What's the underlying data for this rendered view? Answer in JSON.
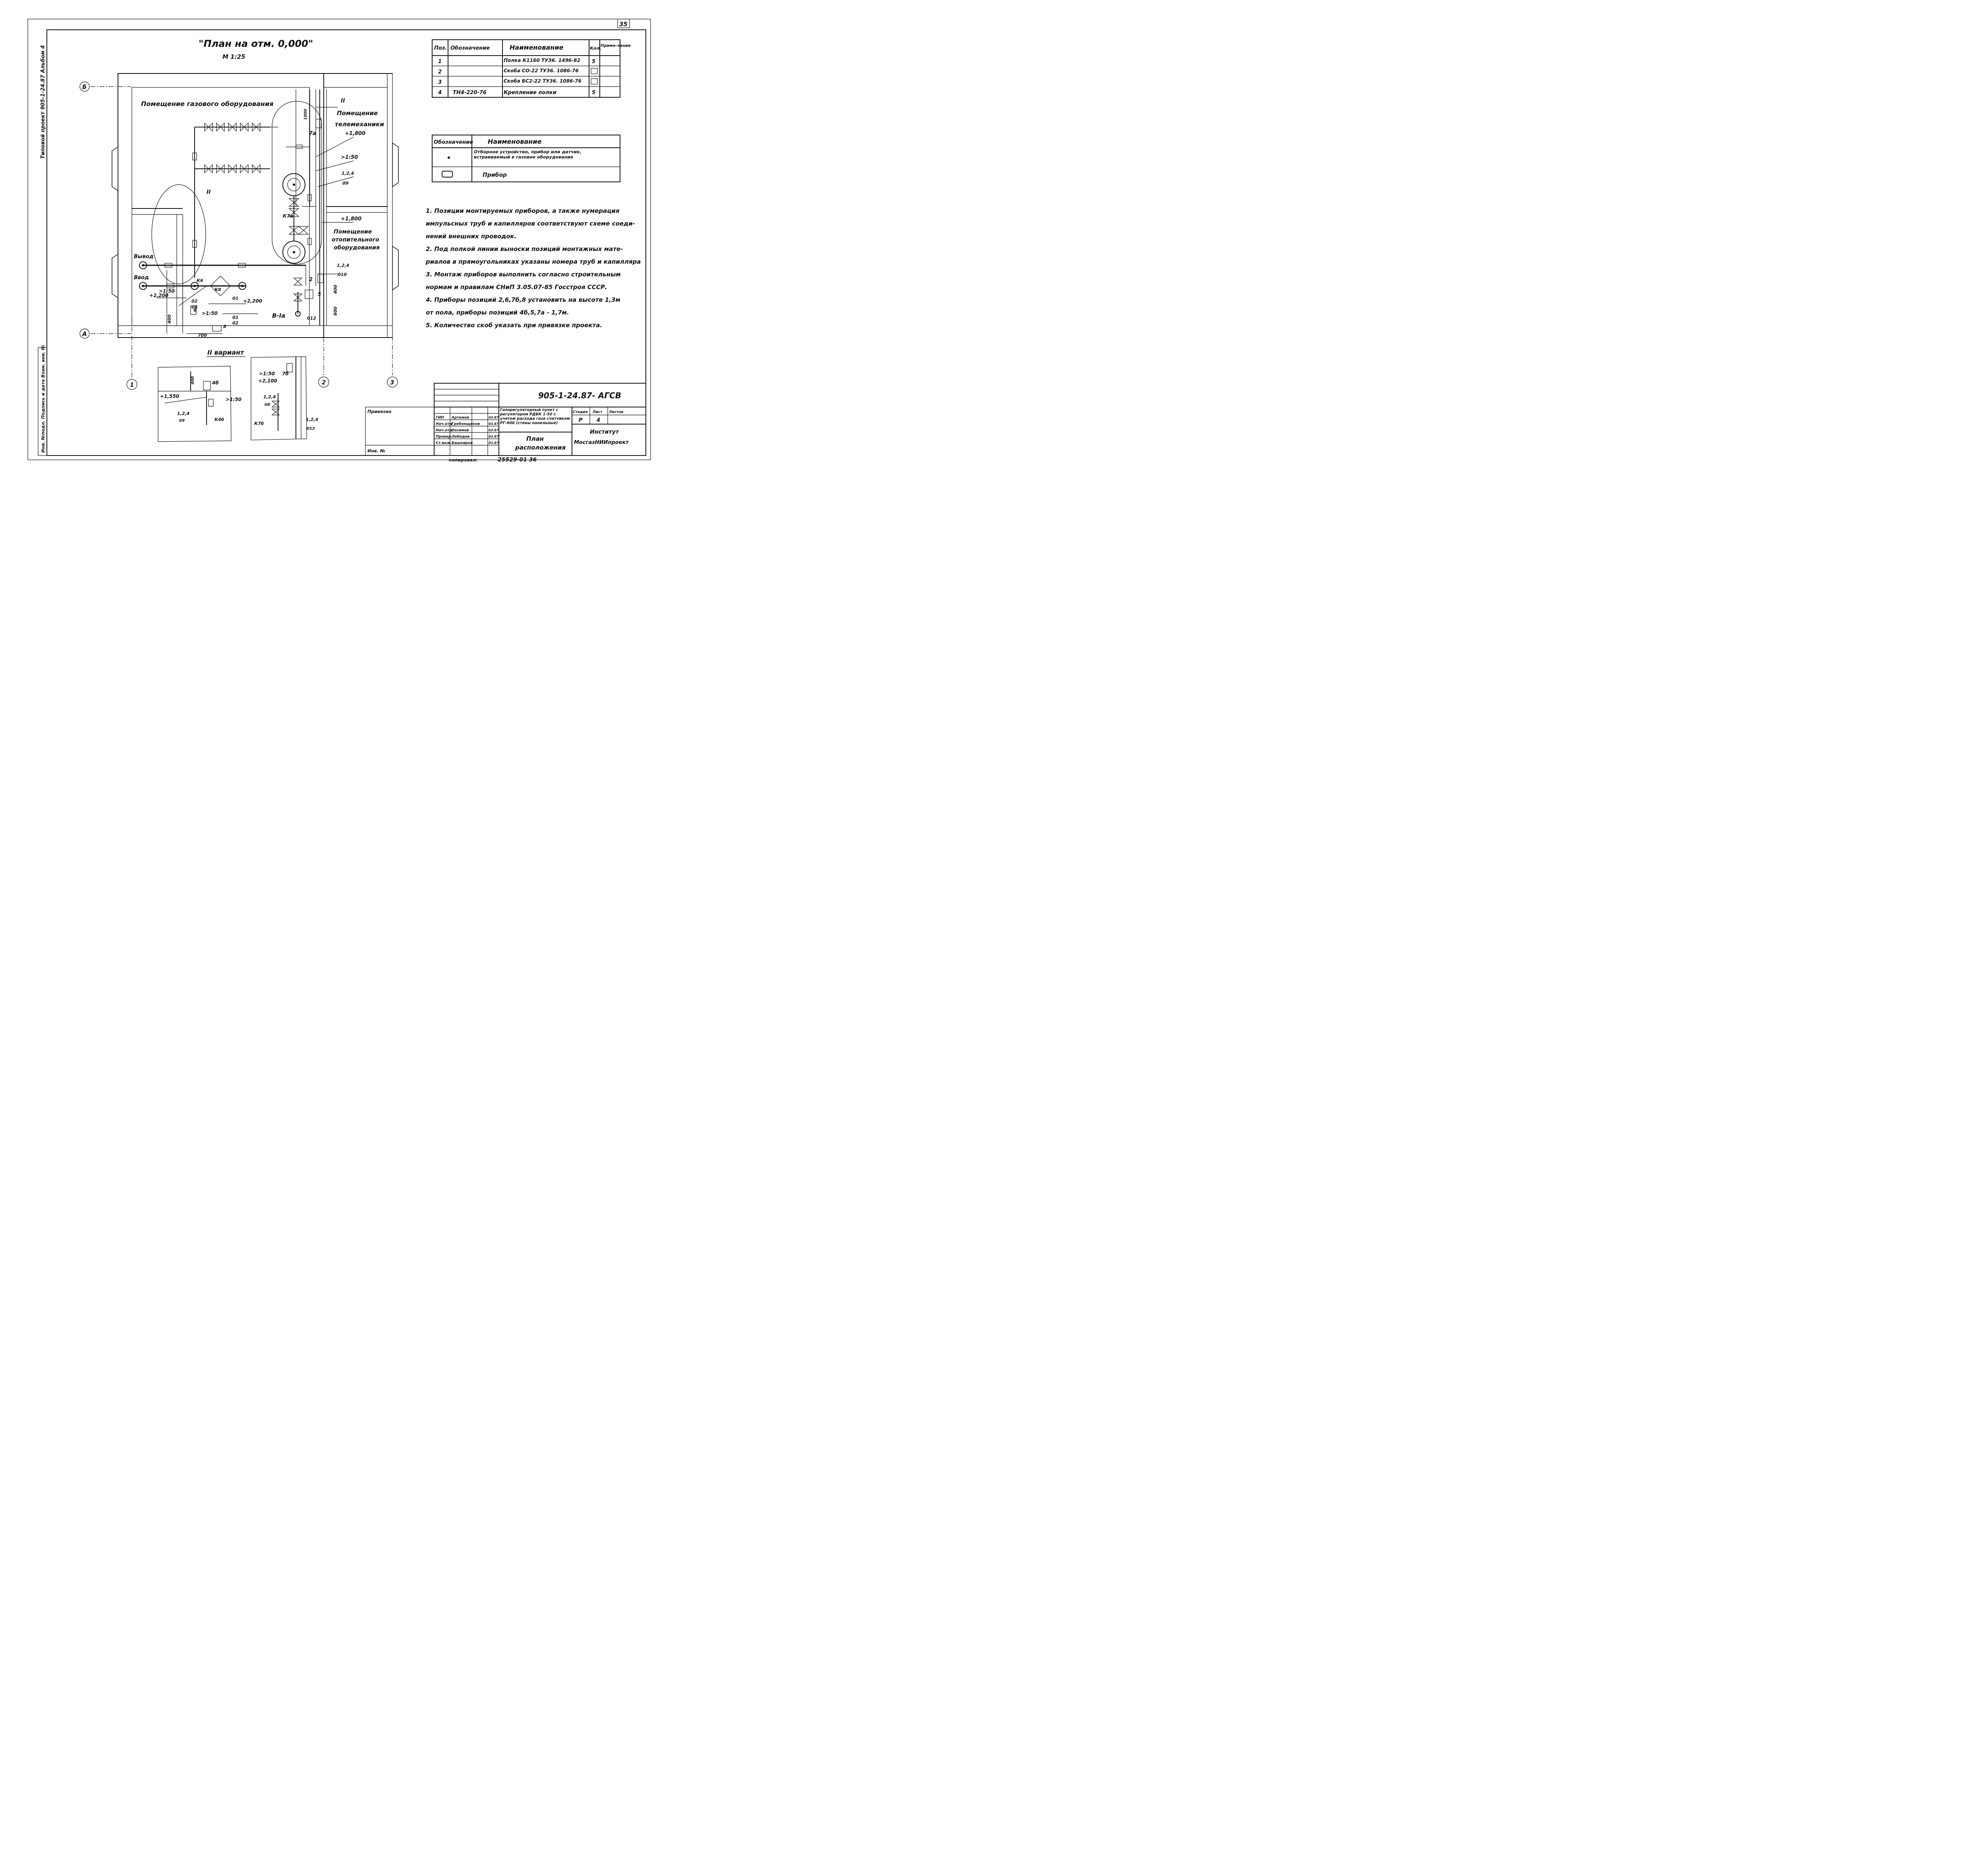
{
  "page_number": "35",
  "side_label": "Типовой проект 905-1-24.87 Альбом 4",
  "side_stamp": "Инв. №подл. Подпись и дата Взам. инв. №",
  "plan": {
    "title": "\"План на отм. 0,000\"",
    "scale": "М 1:25",
    "axis_labels": [
      "Б",
      "А",
      "1",
      "2",
      "3"
    ],
    "rooms": {
      "gas": "Помещение газового оборудования",
      "telemech_1": "Помещение",
      "telemech_2": "телемеханики",
      "heating_1": "Помещение",
      "heating_2": "отопительного",
      "heating_3": "оборудования"
    },
    "callouts": [
      "II",
      "II",
      "7а",
      "1000",
      "+1,800",
      ">1:50",
      "1,2,4",
      "09",
      "+1,800",
      "1,2,4",
      "010",
      "2",
      "5",
      "400",
      "800",
      "012",
      "К7а",
      "К6",
      "К8",
      "6",
      "8",
      "Вывод",
      "Ввод",
      ">1:50",
      "+2,200",
      "02",
      "04",
      "01",
      "+2,200",
      ">1:50",
      "01",
      "02",
      "400",
      "700",
      "В-Iа"
    ]
  },
  "variant": {
    "title": "II вариант",
    "left_labels": [
      "400",
      "4б",
      "+1,550",
      ">1:50",
      "1,2,4",
      "09",
      "К4б"
    ],
    "right_labels": [
      "7б",
      ">1:50",
      "+2,100",
      "1,2,4",
      "08",
      "К7б",
      "1,2,4",
      "012"
    ]
  },
  "spec_table": {
    "headers": [
      "Поз.",
      "Обозначение",
      "Наименование",
      "Кол.",
      "Приме-чание"
    ],
    "rows": [
      {
        "pos": "1",
        "designation": "",
        "name": "Полка К1160 ТУ36. 1496-82",
        "qty": "5",
        "note": ""
      },
      {
        "pos": "2",
        "designation": "",
        "name": "Скоба СО-22 ТУ36. 1086-76",
        "qty": "",
        "note": ""
      },
      {
        "pos": "3",
        "designation": "",
        "name": "Скоба БС2-22 ТУ36. 1086-76",
        "qty": "",
        "note": ""
      },
      {
        "pos": "4",
        "designation": "ТН4-220-76",
        "name": "Крепление полки",
        "qty": "5",
        "note": ""
      }
    ]
  },
  "legend": {
    "headers": [
      "Обозначение",
      "Наименование"
    ],
    "rows": [
      {
        "symbol": "dot",
        "text": "Отборное устройство, прибор или датчик, встраиваемый в газовое оборудование"
      },
      {
        "symbol": "rect",
        "text": "Прибор"
      }
    ]
  },
  "notes": [
    "1. Позиции монтируемых приборов, а также нумерация",
    "импульсных труб и капилляров соответствуют схеме соеди-",
    "нений внешних проводок.",
    "2. Под полкой линии выноски позиций монтажных мате-",
    "риалов в прямоугольниках указаны номера труб и капилляра",
    "3. Монтаж приборов выполнить согласно строительным",
    "нормам и правилам СНиП 3.05.07-85 Госстроя СССР.",
    "4. Приборы позиций 2,6,7б,8 установить на высоте 1,3м",
    "от пола, приборы позиций 4б,5,7а - 1,7м.",
    "5. Количество скоб указать при привязке проекта."
  ],
  "title_block": {
    "code": "905-1-24.87- АГСВ",
    "object": "Газорегуляторный пункт с регулятором РДБК 1-50 с учетом расхода газа счетчиком РГ-600 (стены панельные)",
    "sheet_title_1": "План",
    "sheet_title_2": "расположения",
    "stage_h": "Стадия",
    "sheet_h": "Лист",
    "sheets_h": "Листов",
    "stage": "Р",
    "sheet": "4",
    "sheets": "",
    "institute_1": "Институт",
    "institute_2": "МосгазНИИпроект",
    "binding": "Привязан",
    "inv": "Инв. №",
    "roles": [
      "ГИП",
      "Нач.отд",
      "Нач.отд",
      "Провер.",
      "Ст.инж."
    ],
    "names": [
      "Артемов",
      "Гребенщиков",
      "Зосимов",
      "Лебедев",
      "Башкиров"
    ],
    "dates": [
      "03.87",
      "03.87",
      "03.87",
      "03.87",
      "03.87"
    ],
    "copied": "копировал:",
    "doc_no": "25529-01  36"
  }
}
